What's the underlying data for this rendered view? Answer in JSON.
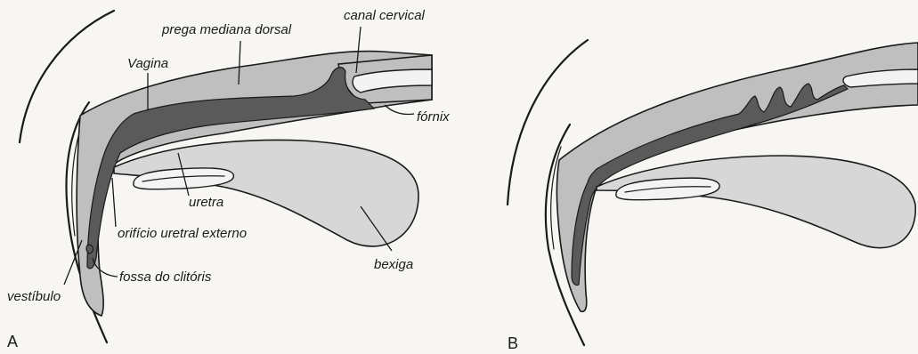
{
  "panels": [
    {
      "letter": "A",
      "labels": {
        "canal_cervical": "canal cervical",
        "prega_mediana_dorsal": "prega mediana dorsal",
        "vagina": "Vagina",
        "fornix": "fórnix",
        "uretra": "uretra",
        "orificio_uretral_externo": "orifício uretral externo",
        "bexiga": "bexiga",
        "fossa_do_clitoris": "fossa do clitóris",
        "vestibulo": "vestíbulo"
      }
    },
    {
      "letter": "B"
    }
  ],
  "colors": {
    "ink": "#1a1a1a",
    "wall_fill": "#bfbfbf",
    "lumen_fill": "#5a5a5a",
    "bladder_fill": "#d7d7d7",
    "background": "#f7f6f2"
  }
}
